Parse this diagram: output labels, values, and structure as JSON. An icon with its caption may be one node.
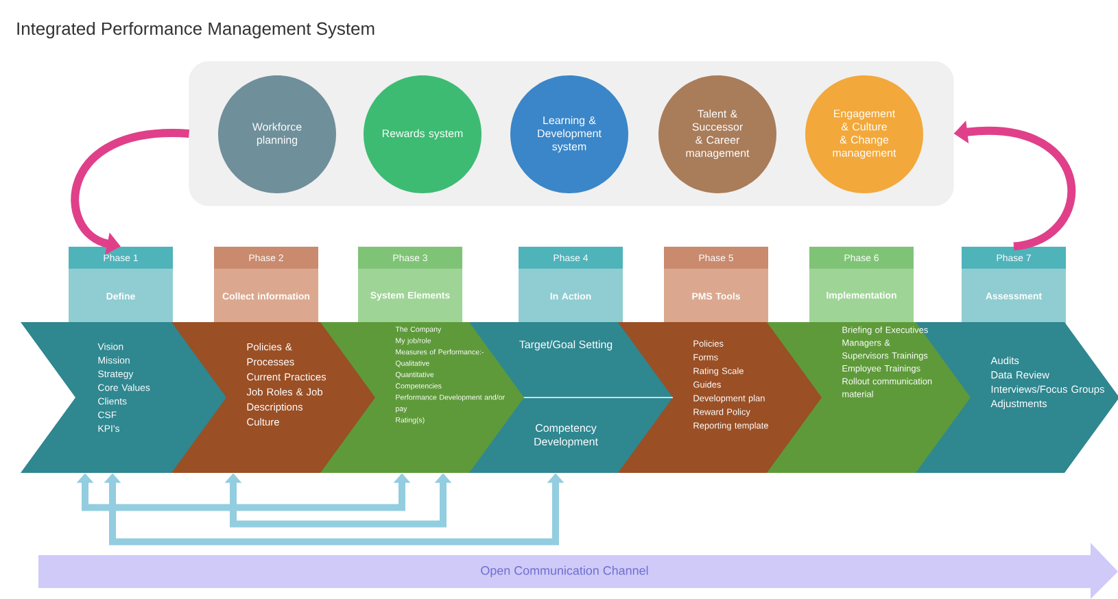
{
  "diagram": {
    "title": "Integrated Performance Management System",
    "nodes": [
      {
        "text": [],
        "shape": "box"
      },
      {
        "text": [
          "Workforce planning"
        ],
        "in": 0
      },
      {
        "text": [
          "Rewards system"
        ],
        "in": 0
      },
      {
        "text": [
          "Learning & Development system"
        ],
        "in": 0
      },
      {
        "text": [
          "Talent & Successor & Career management"
        ],
        "in": 0
      },
      {
        "text": [
          "Engagement & Culture & Change management"
        ],
        "in": 0
      },
      {
        "text": [
          "Phase 1",
          "Define"
        ]
      },
      {
        "text": [
          "Phase 2",
          "Collect information"
        ]
      },
      {
        "text": [
          "Phase 3",
          "System Elements"
        ]
      },
      {
        "text": [
          "Phase 4",
          "In Action"
        ]
      },
      {
        "text": [
          "Phase 5",
          "PMS Tools"
        ]
      },
      {
        "text": [
          "Phase 6",
          "Implementation"
        ]
      },
      {
        "text": [
          "Phase 7",
          "Assessment"
        ]
      },
      {
        "text": [
          "Vision",
          "Mission",
          "Strategy",
          "Core Values",
          "Clients",
          "CSF",
          "KPI's"
        ]
      },
      {
        "text": [
          "Policies & Processes",
          "Current Practices",
          "Job Roles & Job Descriptions",
          "Culture"
        ]
      },
      {
        "text": [
          "The Company",
          "My job/role",
          "Measures of Performance:-",
          "Qualitative",
          "Quantitative",
          "Competencies",
          "Performance Development and/or pay",
          "Rating(s)"
        ]
      },
      {
        "text": [
          "Target/Goal Setting",
          "Competency Development"
        ]
      },
      {
        "text": [
          "Policies",
          "Forms",
          "Rating Scale",
          "Guides",
          "Development plan",
          "Reward Policy",
          "Reporting template"
        ]
      },
      {
        "text": [
          "Briefing of Executives",
          "Managers & Supervisors Trainings",
          "Employee Trainings",
          "Rollout communication material"
        ]
      },
      {
        "text": [
          "Audits",
          "Data Review",
          "Interviews/Focus Groups",
          "Adjustments"
        ]
      },
      {
        "text": [
          "Open Communication Channel"
        ]
      }
    ],
    "edges": [
      {
        "from": 0,
        "to": 6,
        "arrow": "to",
        "color": "#e0408a"
      },
      {
        "from": 12,
        "to": 0,
        "arrow": "to",
        "color": "#e0408a"
      },
      {
        "from": 13,
        "to": 16,
        "arrow": "both"
      },
      {
        "from": 13,
        "to": 15,
        "arrow": "both"
      },
      {
        "from": 14,
        "to": 15,
        "arrow": "both"
      }
    ]
  }
}
